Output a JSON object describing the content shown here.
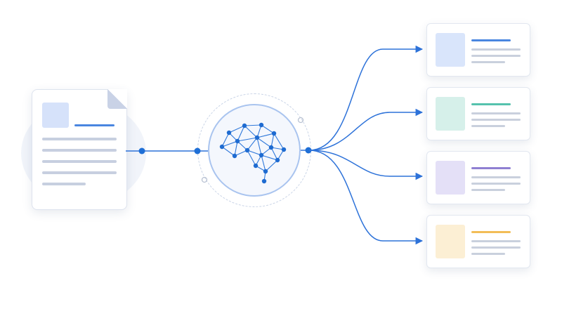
{
  "colors": {
    "connector": "#2d72d9",
    "node": "#1f6fd6",
    "brain_node": "#1e6bd1",
    "brain_edge": "#2f78da"
  },
  "source": {
    "icon": "document-icon",
    "thumbnail_color": "#d6e2fa",
    "accent_color": "#4a86e0"
  },
  "processor": {
    "icon": "neural-network-brain-icon"
  },
  "outputs": [
    {
      "icon": "output-card",
      "thumbnail_color": "#d9e5fb",
      "accent_color": "#4a86e0"
    },
    {
      "icon": "output-card",
      "thumbnail_color": "#d6f0ea",
      "accent_color": "#55c2ad"
    },
    {
      "icon": "output-card",
      "thumbnail_color": "#e4e0f7",
      "accent_color": "#8f7fd2"
    },
    {
      "icon": "output-card",
      "thumbnail_color": "#fcefd4",
      "accent_color": "#f2bd57"
    }
  ]
}
